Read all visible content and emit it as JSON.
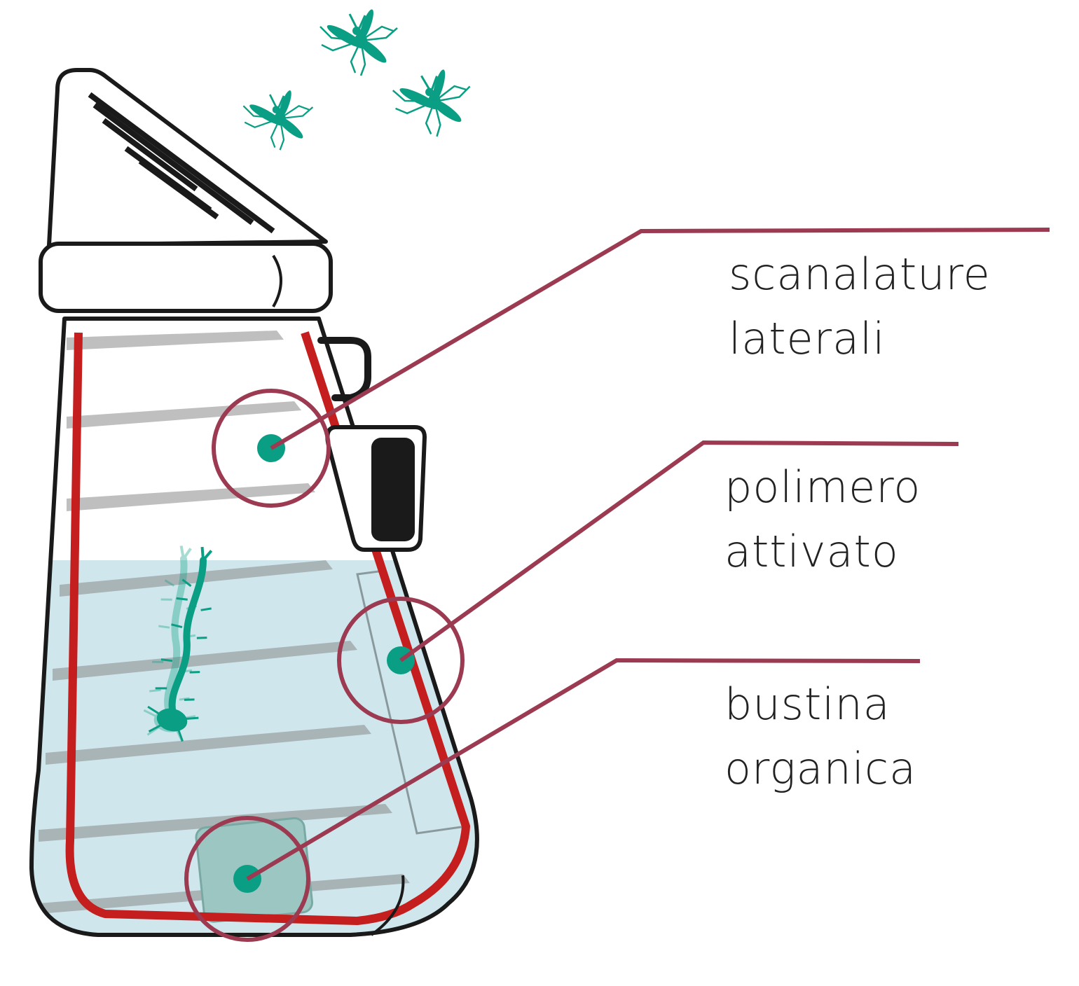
{
  "colors": {
    "outline": "#1a1a1a",
    "red_membrane": "#c41e1e",
    "callout": "#9b3a50",
    "teal": "#0a9e84",
    "water": "#cfe7ec"
  },
  "callouts": [
    {
      "label": "scanalature\nlaterali",
      "marker": "scanalature-marker"
    },
    {
      "label": "polimero\nattivato",
      "marker": "polimero-marker"
    },
    {
      "label": "bustina\norganica",
      "marker": "bustina-marker"
    }
  ],
  "icons": [
    "mosquito-icon",
    "larva-icon"
  ]
}
